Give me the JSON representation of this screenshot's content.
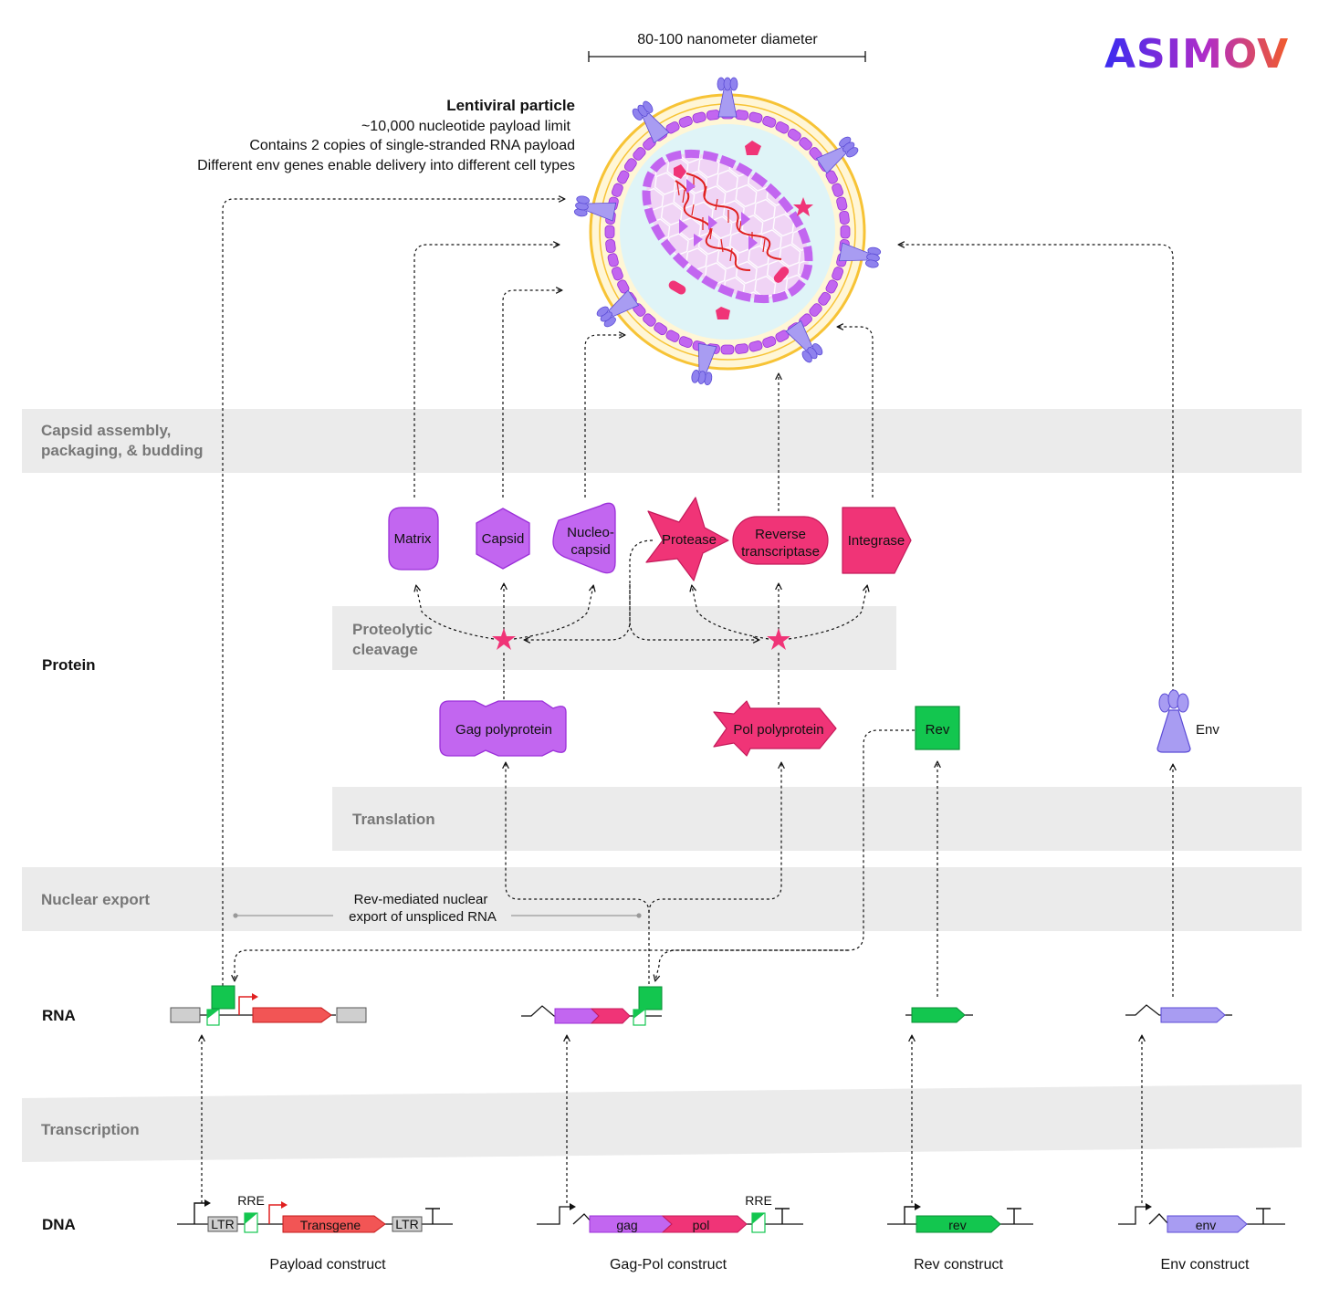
{
  "brand": {
    "logo_text": "ASIMOV"
  },
  "particle": {
    "diameter_label": "80-100 nanometer diameter",
    "title": "Lentiviral particle",
    "lines": [
      "~10,000 nucleotide payload limit",
      "Contains 2 copies of single-stranded RNA payload",
      "Different env genes enable delivery into different cell types"
    ]
  },
  "bands": {
    "capsid_assembly": [
      "Capsid assembly,",
      "packaging, & budding"
    ],
    "proteolytic": [
      "Proteolytic",
      "cleavage"
    ],
    "translation": "Translation",
    "nuclear_export": "Nuclear export",
    "transcription": "Transcription"
  },
  "rows": {
    "protein": "Protein",
    "rna": "RNA",
    "dna": "DNA"
  },
  "proteins": {
    "matrix": "Matrix",
    "capsid": "Capsid",
    "nucleocapsid": [
      "Nucleo-",
      "capsid"
    ],
    "protease": "Protease",
    "rt": [
      "Reverse",
      "transcriptase"
    ],
    "integrase": "Integrase",
    "gag_poly": "Gag polyprotein",
    "pol_poly": "Pol polyprotein",
    "rev": "Rev",
    "env": "Env"
  },
  "rev_note": [
    "Rev-mediated nuclear",
    "export of unspliced RNA"
  ],
  "dna_labels": {
    "ltr": "LTR",
    "rre": "RRE",
    "transgene": "Transgene",
    "gag": "gag",
    "pol": "pol",
    "rev": "rev",
    "env": "env"
  },
  "constructs": {
    "payload": "Payload construct",
    "gagpol": "Gag-Pol construct",
    "rev": "Rev construct",
    "env": "Env construct"
  },
  "colors": {
    "purple": "#c266f0",
    "purple_stroke": "#9b30d9",
    "pink": "#f03477",
    "pink_stroke": "#c41a5a",
    "red": "#f25555",
    "green": "#13c64f",
    "lavender": "#a89cf2",
    "lavender_stroke": "#5b4bd6",
    "grey_box": "#cfcfcf",
    "envelope": "#f7c335",
    "capsid_fill": "#dff4f7"
  }
}
